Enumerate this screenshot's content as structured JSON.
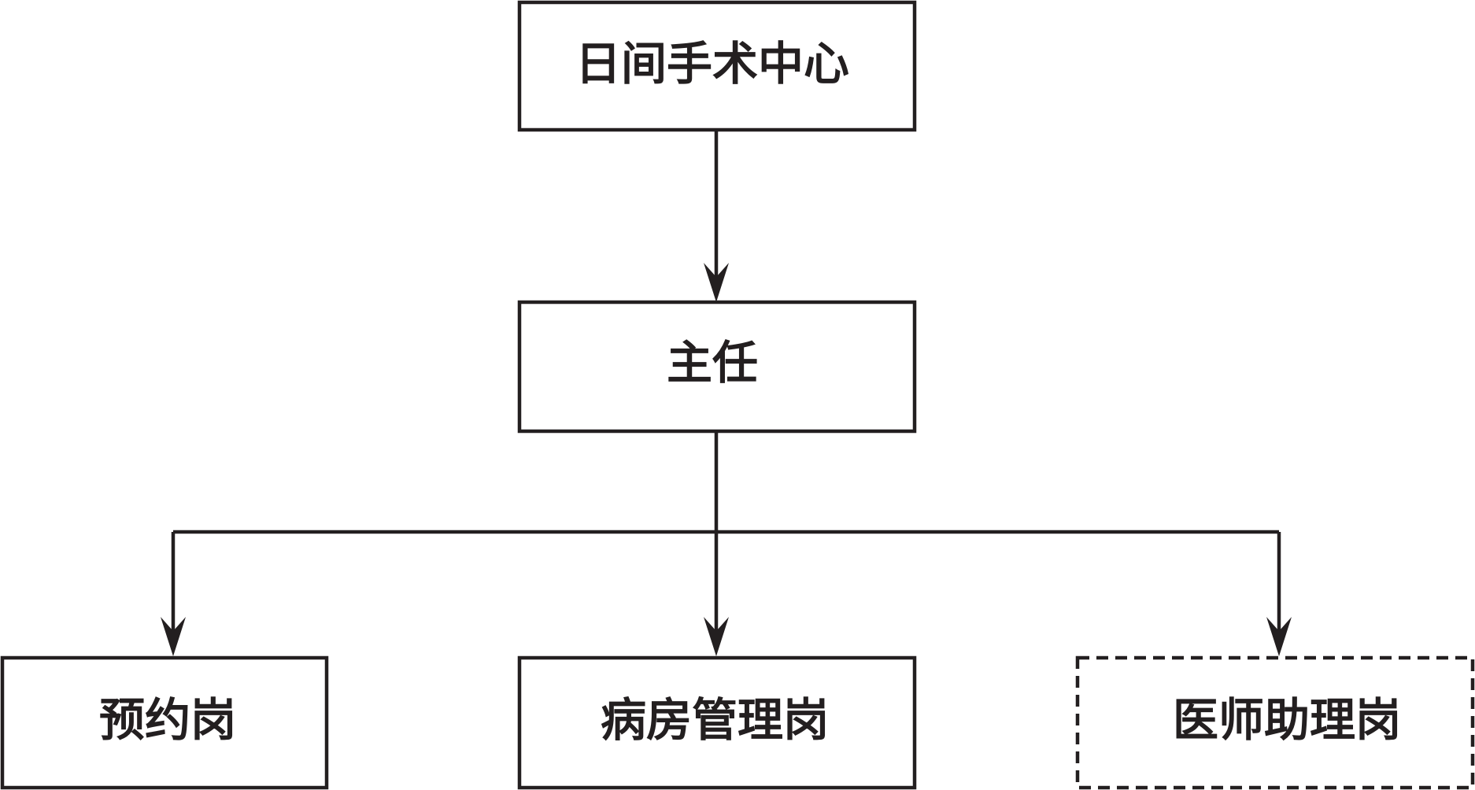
{
  "diagram": {
    "nodes": {
      "center": {
        "label": "日间手术中心"
      },
      "director": {
        "label": "主任"
      },
      "appointment": {
        "label": "预约岗"
      },
      "ward": {
        "label": "病房管理岗"
      },
      "assistant": {
        "label": "医师助理岗",
        "dashed": true
      }
    },
    "edges": [
      {
        "from": "center",
        "to": "director"
      },
      {
        "from": "director",
        "to": "appointment"
      },
      {
        "from": "director",
        "to": "ward"
      },
      {
        "from": "director",
        "to": "assistant"
      }
    ],
    "colors": {
      "stroke": "#231f20",
      "background": "#ffffff"
    }
  }
}
